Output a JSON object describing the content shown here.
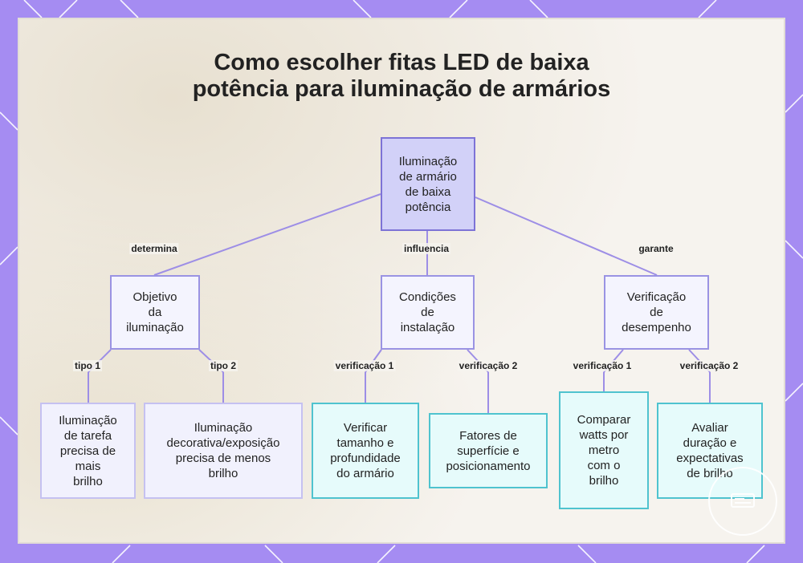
{
  "title": {
    "line1": "Como escolher fitas LED de baixa",
    "line2": "potência para iluminação de armários"
  },
  "nodes": {
    "root": [
      "Iluminação",
      "de armário",
      "de baixa",
      "potência"
    ],
    "objective": [
      "Objetivo",
      "da",
      "iluminação"
    ],
    "conditions": [
      "Condições",
      "de",
      "instalação"
    ],
    "verification": [
      "Verificação",
      "de",
      "desempenho"
    ],
    "task": [
      "Iluminação",
      "de tarefa",
      "precisa de",
      "mais",
      "brilho"
    ],
    "decorative": [
      "Iluminação",
      "decorativa/exposição",
      "precisa de menos",
      "brilho"
    ],
    "check_size": [
      "Verificar",
      "tamanho e",
      "profundidade",
      "do armário"
    ],
    "surface": [
      "Fatores de",
      "superfície e",
      "posicionamento"
    ],
    "watts": [
      "Comparar",
      "watts por",
      "metro",
      "com o",
      "brilho"
    ],
    "duration": [
      "Avaliar",
      "duração e",
      "expectativas",
      "de brilho"
    ]
  },
  "edges": {
    "determina": "determina",
    "influencia": "influencia",
    "garante": "garante",
    "tipo1": "tipo 1",
    "tipo2": "tipo 2",
    "cond_v1": "verificação 1",
    "cond_v2": "verificação 2",
    "perf_v1": "verificação 1",
    "perf_v2": "verificação 2"
  },
  "colors": {
    "background": "#a58cf2",
    "connector": "#9d8ee6",
    "root_fill": "#d2d1f8",
    "accent_cyan": "#4fc3cf"
  }
}
